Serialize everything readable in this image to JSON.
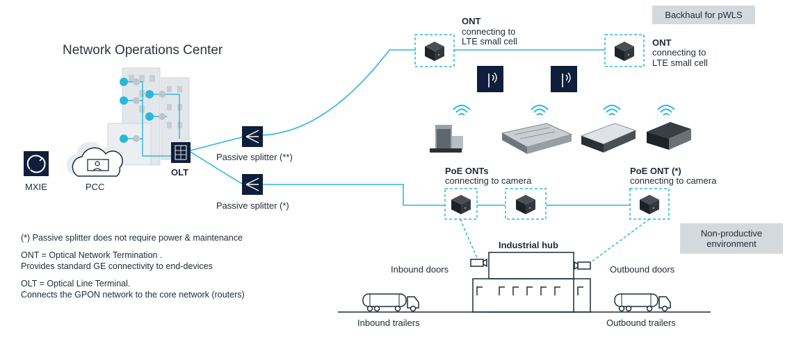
{
  "noc": {
    "title": "Network Operations Center"
  },
  "left_nodes": {
    "mxie": "MXIE",
    "pcc": "PCC",
    "olt": "OLT"
  },
  "splitters": {
    "upper": "Passive splitter (**)",
    "lower": "Passive splitter (*)"
  },
  "ont_top_left": {
    "title": "ONT",
    "line1": "connecting to",
    "line2": "LTE small cell"
  },
  "ont_top_right": {
    "title": "ONT",
    "line1": "connecting to",
    "line2": "LTE small cell"
  },
  "backhaul_tag": "Backhaul for pWLS",
  "poe_left": {
    "title": "PoE ONTs",
    "line1": "connecting to camera"
  },
  "poe_right": {
    "title": "PoE ONT (*)",
    "line1": "connecting to camera"
  },
  "nonprod_tag": {
    "line1": "Non-productive",
    "line2": "environment"
  },
  "hub": {
    "title": "Industrial hub",
    "inbound_doors": "Inbound doors",
    "outbound_doors": "Outbound doors",
    "inbound_trailers": "Inbound trailers",
    "outbound_trailers": "Outbound trailers"
  },
  "notes": {
    "splitter": "(*) Passive splitter does not require power & maintenance",
    "ont_line1": "ONT = Optical Network Termination .",
    "ont_line2": "Provides standard GE connectivity to end-devices",
    "olt_line1": "OLT = Optical Line Terminal.",
    "olt_line2": "Connects the GPON network to the core network (routers)"
  },
  "colors": {
    "fiber": "#29b8d9",
    "navy": "#0f1e3a",
    "device_dark": "#2b2f34",
    "tag_gray": "#d4d9de",
    "building_gray": "#e3e6ea"
  }
}
